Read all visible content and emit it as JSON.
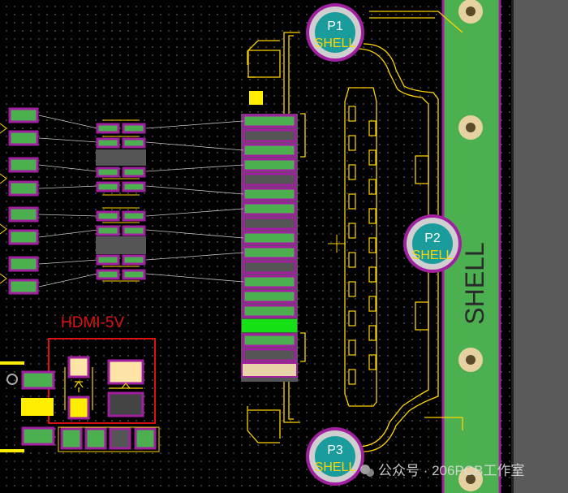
{
  "pcb": {
    "pads": {
      "p1": {
        "name": "P1",
        "shell": "SHELL"
      },
      "p2": {
        "name": "P2",
        "shell": "SHELL"
      },
      "p3": {
        "name": "P3",
        "shell": "SHELL"
      }
    },
    "side_shell_label": "SHELL",
    "hdmi_5v_label": "HDMI-5V",
    "watermark": "公众号 · 206PCB工作室"
  },
  "colors": {
    "pad_green": "#4caf50",
    "pad_outline": "#a020a0",
    "silk_yellow": "#ffd400",
    "trace_gray": "#c8c8c8",
    "via_teal": "#1a9c9c",
    "highlight_green": "#16e016",
    "red_box": "#e01010",
    "gray_area": "#5a5a5a"
  }
}
